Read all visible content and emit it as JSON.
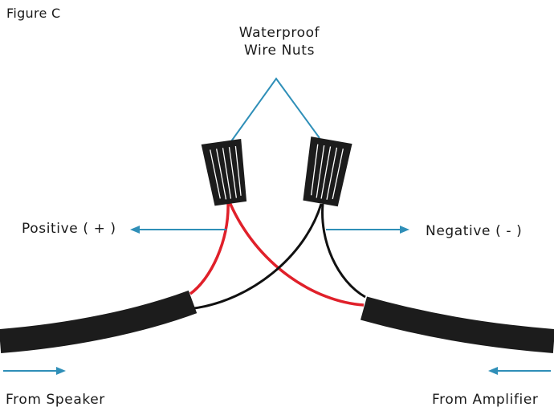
{
  "figure": {
    "label": "Figure C"
  },
  "labels": {
    "nuts_line1": "Waterproof",
    "nuts_line2": "Wire Nuts",
    "positive": "Positive ( + )",
    "negative": "Negative ( - )",
    "from_speaker": "From Speaker",
    "from_amplifier": "From Amplifier"
  },
  "colors": {
    "pointer": "#2f8fb8",
    "positive_wire": "#e0202a",
    "negative_wire": "#111111",
    "cable": "#1c1c1c",
    "background": "#ffffff"
  },
  "icons": {
    "wire_nut": "wire-nut-icon",
    "arrow": "arrow-icon"
  }
}
